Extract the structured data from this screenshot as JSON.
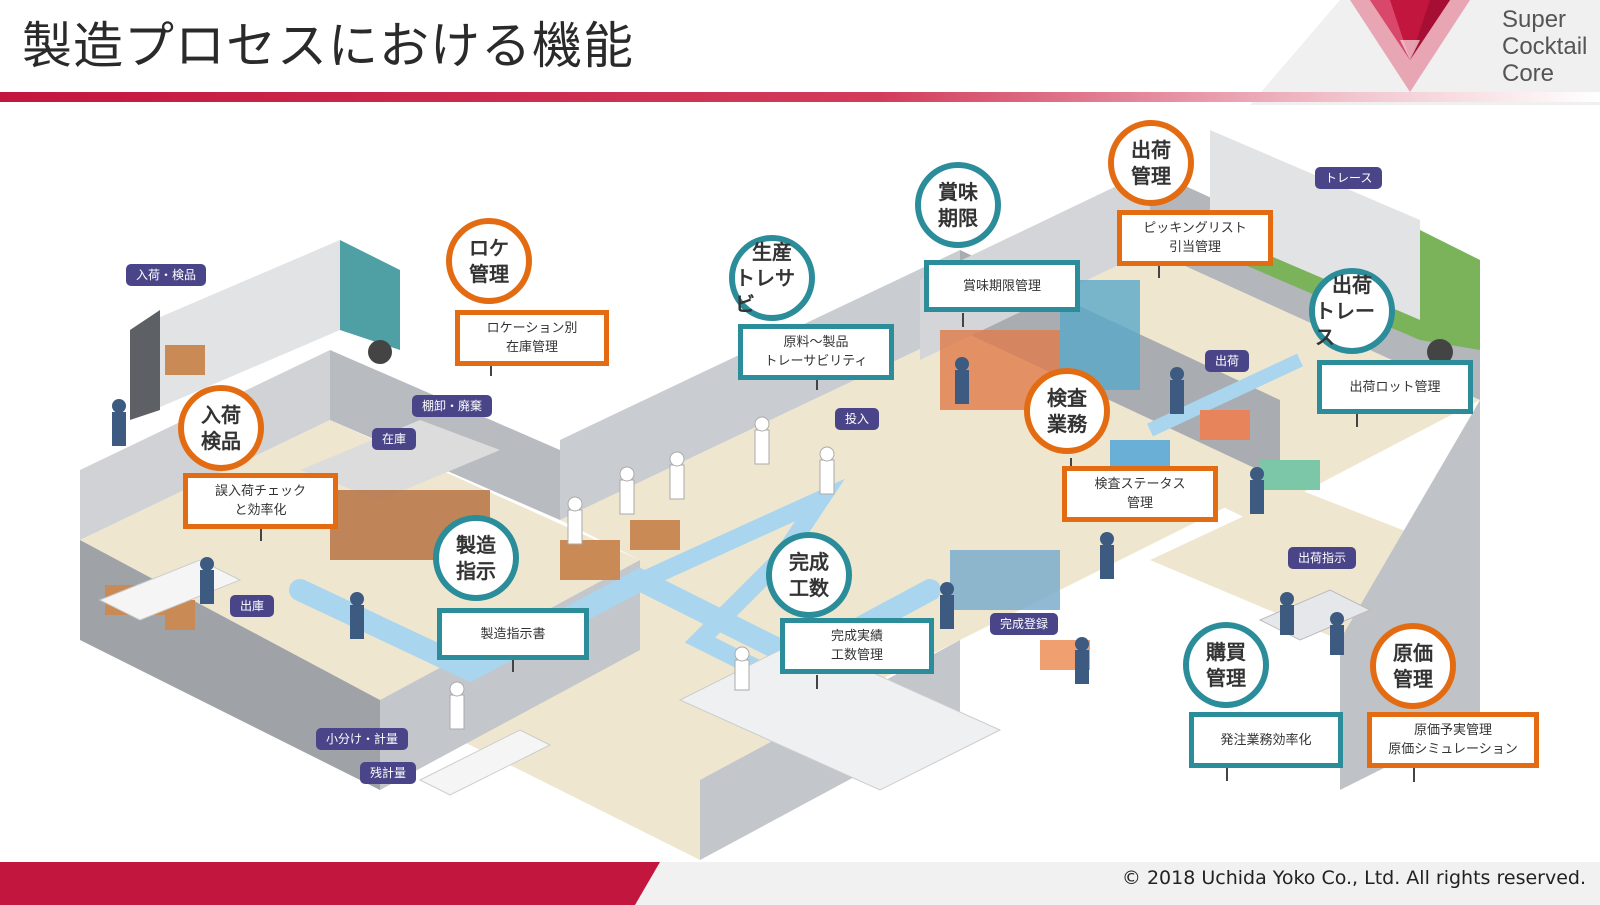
{
  "header": {
    "title": "製造プロセスにおける機能",
    "logo_lines": [
      "Super",
      "Cocktail",
      "Core"
    ],
    "brand_color": "#c3163e"
  },
  "colors": {
    "orange": "#e36c13",
    "teal": "#2b8c9a",
    "label_bg": "#4a4588"
  },
  "area_labels": {
    "inbound": "入荷・検品",
    "stocktake": "棚卸・廃棄",
    "stock": "在庫",
    "issue": "出庫",
    "dispense": "投入",
    "subdivide": "小分け・計量",
    "remainder": "残計量",
    "completion_reg": "完成登録",
    "ship": "出荷",
    "trace": "トレース",
    "ship_instruction": "出荷指示"
  },
  "callouts": {
    "arrival_l1": "入荷",
    "arrival_l2": "検品",
    "location_l1": "ロケ",
    "location_l2": "管理",
    "manufacture_l1": "製造",
    "manufacture_l2": "指示",
    "production_l1": "生産",
    "production_l2": "トレサビ",
    "complete_l1": "完成",
    "complete_l2": "工数",
    "shelf_l1": "賞味",
    "shelf_l2": "期限",
    "inspect_l1": "検査",
    "inspect_l2": "業務",
    "shipmgmt_l1": "出荷",
    "shipmgmt_l2": "管理",
    "shiptrace_l1": "出荷",
    "shiptrace_l2": "トレース",
    "purchase_l1": "購買",
    "purchase_l2": "管理",
    "cost_l1": "原価",
    "cost_l2": "管理"
  },
  "boxes": {
    "arrival_l1": "誤入荷チェック",
    "arrival_l2": "と効率化",
    "location_l1": "ロケーション別",
    "location_l2": "在庫管理",
    "manufacture": "製造指示書",
    "production_l1": "原料～製品",
    "production_l2": "トレーサビリティ",
    "complete_l1": "完成実績",
    "complete_l2": "工数管理",
    "shelf": "賞味期限管理",
    "inspect_l1": "検査ステータス",
    "inspect_l2": "管理",
    "shipmgmt_l1": "ピッキングリスト",
    "shipmgmt_l2": "引当管理",
    "shiptrace": "出荷ロット管理",
    "purchase": "発注業務効率化",
    "cost_l1": "原価予実管理",
    "cost_l2": "原価シミュレーション"
  },
  "footer": {
    "copyright": "© 2018 Uchida Yoko Co., Ltd. All rights reserved."
  }
}
